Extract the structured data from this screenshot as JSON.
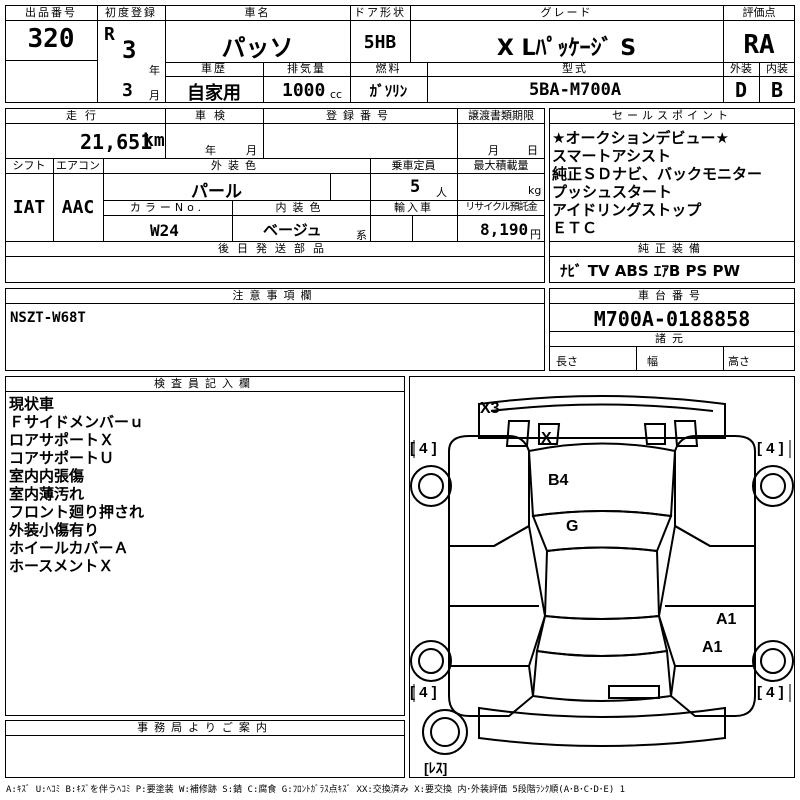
{
  "header": {
    "lot_label": "出品番号",
    "lot_value": "320",
    "first_reg_label": "初度登録",
    "era": "R",
    "year": "3",
    "year_unit": "年",
    "month": "3",
    "month_unit": "月",
    "name_label": "車名",
    "name_value": "パッソ",
    "history_label": "車歴",
    "history_value": "自家用",
    "displacement_label": "排気量",
    "displacement_value": "1000",
    "displacement_unit": "cc",
    "door_label": "ドア形状",
    "door_value": "5HB",
    "fuel_label": "燃料",
    "fuel_value": "ｶﾞｿﾘﾝ",
    "grade_label": "グレード",
    "grade_value": "X Lﾊﾟｯｹｰｼﾞ S",
    "model_label": "型式",
    "model_value": "5BA-M700A",
    "score_label": "評価点",
    "score_value": "RA",
    "ext_label": "外装",
    "ext_value": "D",
    "int_label": "内装",
    "int_value": "B"
  },
  "row2": {
    "mileage_label": "走行",
    "mileage_value": "21,651",
    "mileage_unit": "km",
    "inspection_label": "車検",
    "insp_year_unit": "年",
    "insp_month_unit": "月",
    "reg_label": "登録番号",
    "deadline_label": "譲渡書類期限",
    "dl_month_unit": "月",
    "dl_day_unit": "日",
    "shift_label": "シフト",
    "shift_value": "IAT",
    "ac_label": "エアコン",
    "ac_value": "AAC",
    "color_label": "外装色",
    "color_value": "パール",
    "capacity_label": "乗車定員",
    "capacity_value": "5",
    "capacity_unit": "人",
    "load_label": "最大積載量",
    "load_unit": "kg",
    "colorno_label": "カラーNo.",
    "colorno_value": "W24",
    "intcolor_label": "内装色",
    "intcolor_value": "ベージュ",
    "intcolor_unit": "系",
    "import_label": "輸入車",
    "recycle_label": "リサイクル預託金",
    "recycle_value": "8,190",
    "recycle_unit": "円",
    "later_label": "後日発送部品"
  },
  "sales": {
    "label": "セールスポイント",
    "lines": [
      "★オークションデビュー★",
      "スマートアシスト",
      "純正ＳＤナビ、バックモニター",
      "プッシュスタート",
      "アイドリングストップ",
      "ＥＴＣ"
    ]
  },
  "equipment": {
    "label": "純正装備",
    "value": "ﾅﾋﾞ TV ABS ｴｱB PS PW"
  },
  "notes": {
    "label": "注意事項欄",
    "value": "NSZT-W68T"
  },
  "chassis": {
    "label": "車台番号",
    "value": "M700A-0188858",
    "dims_label": "諸元",
    "length_label": "長さ",
    "width_label": "幅",
    "height_label": "高さ"
  },
  "inspector": {
    "label": "検査員記入欄",
    "lines": [
      "現状車",
      "Ｆサイドメンバーｕ",
      "ロアサポートＸ",
      "コアサポートＵ",
      "室内内張傷",
      "室内薄汚れ",
      "フロント廻り押され",
      "外装小傷有り",
      "ホイールカバーＡ",
      "ホースメントＸ"
    ]
  },
  "diagram": {
    "marks": [
      "X3",
      "X",
      "B4",
      "G",
      "A1",
      "A1"
    ],
    "tires": [
      "[ 4 ]",
      "[ 4 ]",
      "[ 4 ]",
      "[ 4 ]"
    ],
    "spare": "[ﾚｽ]"
  },
  "office": {
    "label": "事務局よりご案内"
  },
  "legend": "A:ｷｽﾞ U:ﾍｺﾐ B:ｷｽﾞを伴うﾍｺﾐ P:要塗装 W:補修跡 S:錆 C:腐食 G:ﾌﾛﾝﾄｶﾞﾗｽ点ｷｽﾞ XX:交換済み X:要交換 内･外装評価 5段階ﾗﾝｸ順(A･B･C･D･E) 1"
}
